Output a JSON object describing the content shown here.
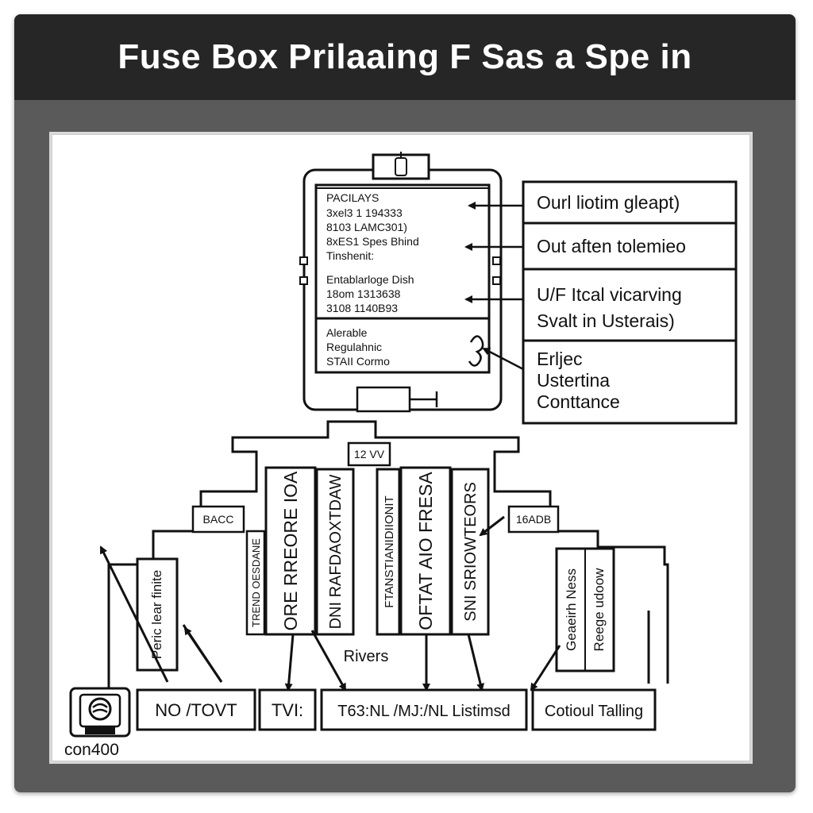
{
  "title": "Fuse Box Prilaaing F Sas a Spe in",
  "fuse_panel": {
    "section1": [
      "PACILAYS",
      "3xel3 1 194333",
      "8103 LAMC301)",
      "8xES1 Spes Bhind",
      "Tinshenit:"
    ],
    "section2": [
      "Entablarloge Dish",
      "18om 1313638",
      "3108 1140B93"
    ],
    "section3": [
      "Alerable",
      "Regulahnic",
      "STAII Cormo"
    ]
  },
  "callouts": [
    [
      "Ourl liotim gleapt)"
    ],
    [
      "Out aften tolemieo"
    ],
    [
      "U/F Itcal vicarving",
      "Svalt in Usterais)"
    ],
    [
      "Erljec",
      "Ustertina",
      "Conttance"
    ]
  ],
  "board": {
    "top_label": "12 VV",
    "left_label": "BACC",
    "right_label": "16ADB",
    "vertical_labels": [
      "TREND OESDANE",
      "ORE RREORE IOA",
      "DNI RAFDAOXTDAW",
      "FTANSTIANIDIIONIT",
      "OFTAT AIO FRESA",
      "SNI SRIOWTEORS",
      "Peric lear finite",
      "Geaeirh Ness",
      "Reege udoow"
    ],
    "center_label": "Rivers"
  },
  "bottom_labels": [
    "NO /TOVT",
    "TVI:",
    "T63:NL /MJ:/NL Listimsd",
    "Cotioul Talling"
  ],
  "logo_caption": "con400"
}
